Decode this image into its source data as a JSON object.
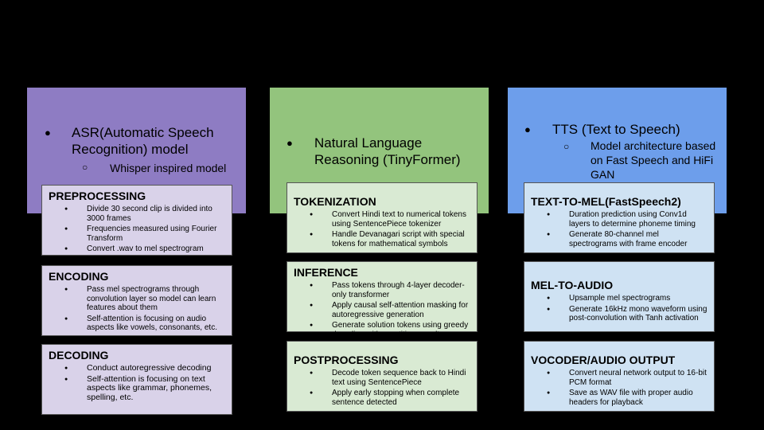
{
  "columns": [
    {
      "header": {
        "bullet": "ASR(Automatic Speech Recognition) model",
        "sub": "Whisper inspired model"
      },
      "boxes": [
        {
          "title": "PREPROCESSING",
          "items": [
            "Divide 30 second clip is divided into 3000 frames",
            "Frequencies measured using Fourier Transform",
            "Convert .wav to mel spectrogram"
          ]
        },
        {
          "title": "ENCODING",
          "items": [
            "Pass mel spectrograms through convolution layer so model can learn features about them",
            "Self-attention is focusing on audio aspects like vowels, consonants, etc."
          ]
        },
        {
          "title": "DECODING",
          "items": [
            "Conduct autoregressive decoding",
            "Self-attention is focusing on text aspects like grammar, phonemes, spelling, etc."
          ]
        }
      ]
    },
    {
      "header": {
        "bullet": "Natural Language Reasoning (TinyFormer)",
        "sub": ""
      },
      "boxes": [
        {
          "title": "TOKENIZATION",
          "items": [
            "Convert Hindi text to numerical tokens using SentencePiece tokenizer",
            "Handle Devanagari script with special tokens for mathematical symbols"
          ]
        },
        {
          "title": "INFERENCE",
          "items": [
            "Pass tokens through 4-layer decoder-only transformer",
            "Apply causal self-attention masking for autoregressive generation",
            "Generate solution tokens using greedy decoding with repetition penalty"
          ]
        },
        {
          "title": "POSTPROCESSING",
          "items": [
            "Decode token sequence back to Hindi text using SentencePiece",
            "Apply early stopping when complete sentence detected"
          ]
        }
      ]
    },
    {
      "header": {
        "bullet": "TTS (Text to Speech)",
        "sub": "Model architecture based on Fast Speech and HiFi GAN"
      },
      "boxes": [
        {
          "title": "TEXT-TO-MEL(FastSpeech2)",
          "items": [
            "Duration prediction using Conv1d layers to determine phoneme timing",
            "Generate 80-channel mel spectrograms with frame encoder"
          ]
        },
        {
          "title": "MEL-TO-AUDIO",
          "items": [
            "Upsample mel spectrograms",
            "Generate 16kHz mono waveform using post-convolution with Tanh activation"
          ]
        },
        {
          "title": "VOCODER/AUDIO OUTPUT",
          "items": [
            "Convert neural network output to 16-bit PCM format",
            "Save as WAV file with proper audio headers for playback"
          ]
        }
      ]
    }
  ]
}
